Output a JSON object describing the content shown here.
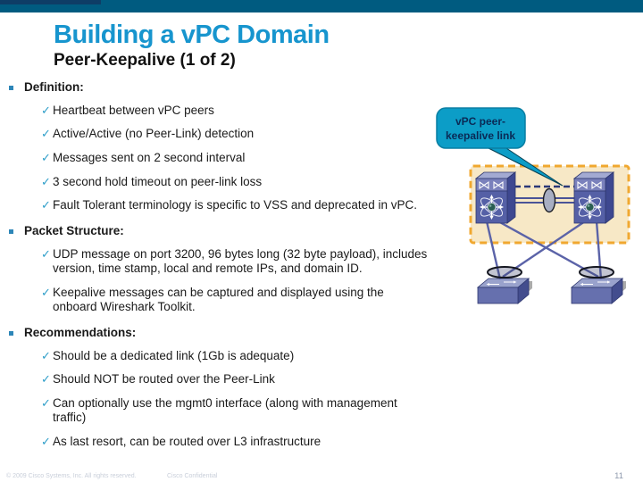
{
  "slide": {
    "title": "Building a vPC Domain",
    "subtitle": "Peer-Keepalive (1 of 2)"
  },
  "icons": {
    "check": "✓"
  },
  "sections": [
    {
      "heading": "Definition:",
      "items": [
        "Heartbeat between vPC peers",
        "Active/Active (no Peer-Link) detection",
        "Messages sent on 2 second interval",
        "3 second hold timeout on peer-link loss",
        "Fault Tolerant terminology is specific to VSS and deprecated in vPC."
      ]
    },
    {
      "heading": "Packet Structure:",
      "items": [
        "UDP message on port 3200, 96 bytes long (32 byte payload), includes version, time stamp, local and remote IPs, and domain ID.",
        "Keepalive messages can be captured and displayed using the onboard Wireshark Toolkit."
      ]
    },
    {
      "heading": "Recommendations:",
      "items": [
        "Should be a dedicated link (1Gb is adequate)",
        "Should NOT be routed over the Peer-Link",
        "Can optionally use the mgmt0 interface (along with management traffic)",
        "As last resort, can be routed over L3 infrastructure"
      ]
    }
  ],
  "diagram": {
    "callout_line1": "vPC peer-",
    "callout_line2": "keepalive link"
  },
  "footer": {
    "copyright": "© 2009 Cisco Systems, Inc. All rights reserved.",
    "confidential": "Cisco Confidential",
    "page_number": "11"
  },
  "colors": {
    "top_bar": "#005B80",
    "title_blue": "#1795CE",
    "check_teal": "#2E9EC9",
    "callout_teal": "#0C9DC7",
    "callout_text": "#0A2A56",
    "domain_box_fill": "#F7E8C6",
    "domain_box_border": "#F0A830",
    "link_purple": "#5B63A8",
    "keepalive_navy": "#2B3878"
  }
}
